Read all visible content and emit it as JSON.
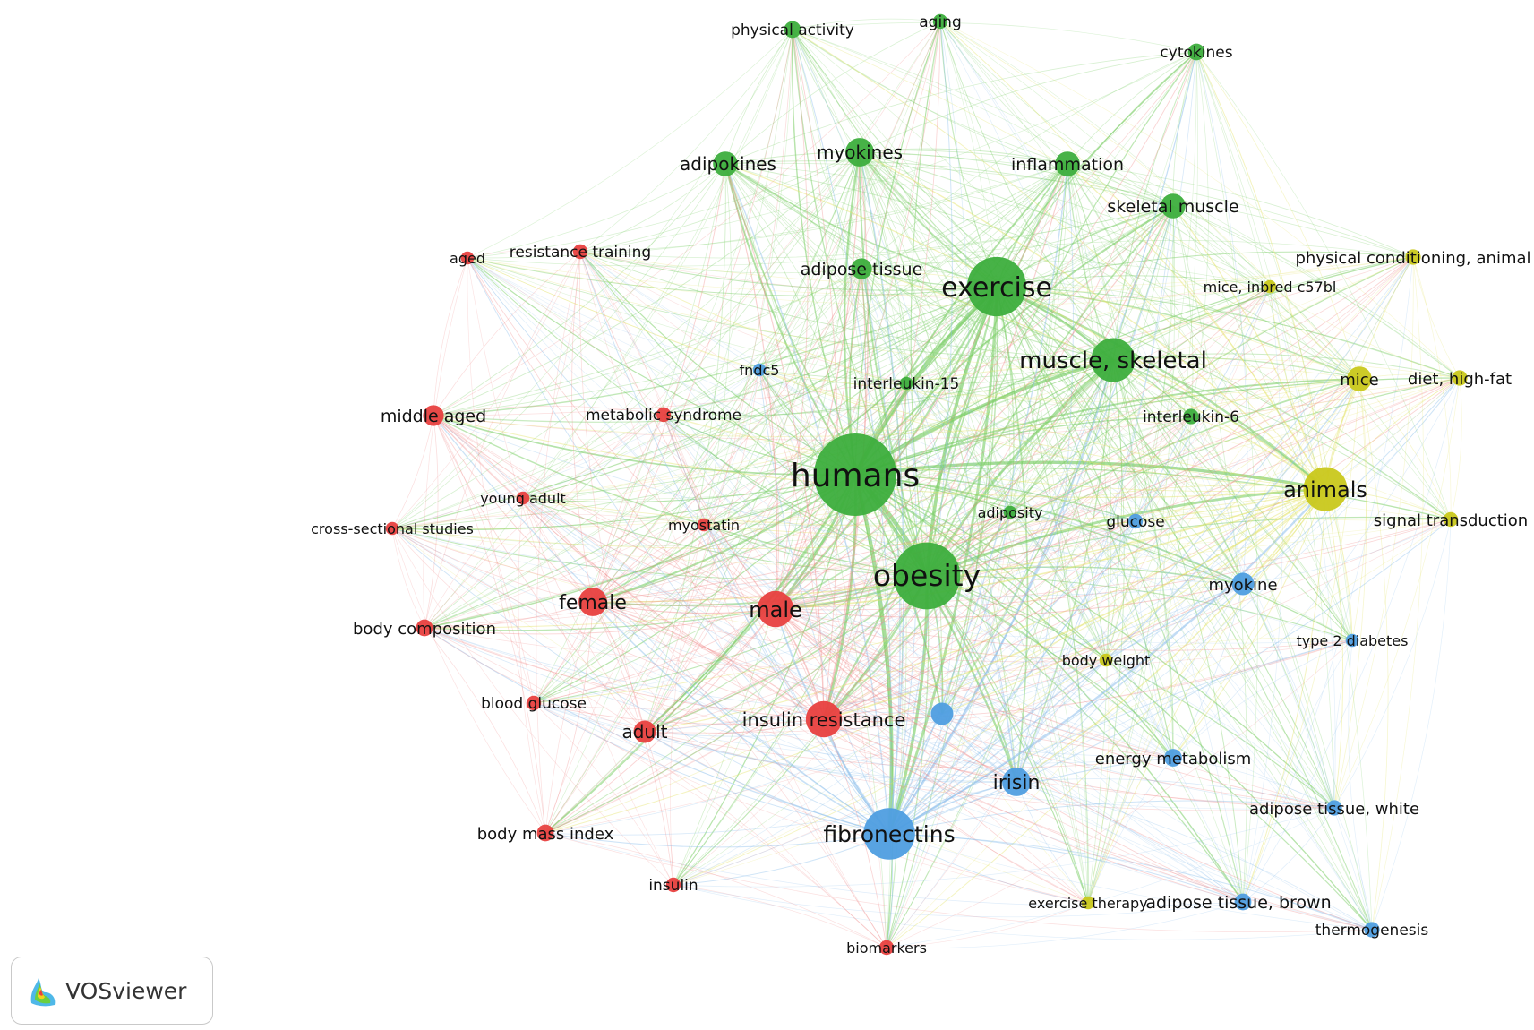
{
  "brand": {
    "name": "VOSviewer",
    "icon": "vosviewer-logo-icon"
  },
  "clusters": {
    "red": "#e8403f",
    "green": "#3dae3d",
    "blue": "#4f9ee0",
    "yellow": "#c9c81c"
  },
  "link_colors": {
    "red": "#f08a8a",
    "green": "#7ecf6a",
    "blue": "#8fc0ec",
    "yellow": "#e3e262"
  },
  "nodes": [
    {
      "id": "humans",
      "label": "humans",
      "cluster": "green",
      "weight": 10
    },
    {
      "id": "obesity",
      "label": "obesity",
      "cluster": "green",
      "weight": 8
    },
    {
      "id": "exercise",
      "label": "exercise",
      "cluster": "green",
      "weight": 7
    },
    {
      "id": "muscle-skeletal",
      "label": "muscle, skeletal",
      "cluster": "green",
      "weight": 5
    },
    {
      "id": "myokines",
      "label": "myokines",
      "cluster": "green",
      "weight": 3
    },
    {
      "id": "adipokines",
      "label": "adipokines",
      "cluster": "green",
      "weight": 2.5
    },
    {
      "id": "inflammation",
      "label": "inflammation",
      "cluster": "green",
      "weight": 2.5
    },
    {
      "id": "skeletal-muscle",
      "label": "skeletal muscle",
      "cluster": "green",
      "weight": 2.5
    },
    {
      "id": "adipose-tissue",
      "label": "adipose tissue",
      "cluster": "green",
      "weight": 2
    },
    {
      "id": "physical-activity",
      "label": "physical activity",
      "cluster": "green",
      "weight": 1.5
    },
    {
      "id": "aging",
      "label": "aging",
      "cluster": "green",
      "weight": 1.2
    },
    {
      "id": "cytokines",
      "label": "cytokines",
      "cluster": "green",
      "weight": 1.5
    },
    {
      "id": "interleukin-15",
      "label": "interleukin-15",
      "cluster": "green",
      "weight": 1
    },
    {
      "id": "interleukin-6",
      "label": "interleukin-6",
      "cluster": "green",
      "weight": 1.3
    },
    {
      "id": "adiposity",
      "label": "adiposity",
      "cluster": "green",
      "weight": 1
    },
    {
      "id": "body-weight",
      "label": "body weight",
      "cluster": "yellow",
      "weight": 1
    },
    {
      "id": "exercise-therapy",
      "label": "exercise therapy",
      "cluster": "yellow",
      "weight": 1
    },
    {
      "id": "animals",
      "label": "animals",
      "cluster": "yellow",
      "weight": 5
    },
    {
      "id": "mice",
      "label": "mice",
      "cluster": "yellow",
      "weight": 2.5
    },
    {
      "id": "diet-high-fat",
      "label": "diet, high-fat",
      "cluster": "yellow",
      "weight": 1.3
    },
    {
      "id": "physical-conditioning-animal",
      "label": "physical conditioning, animal",
      "cluster": "yellow",
      "weight": 1.3
    },
    {
      "id": "mice-inbred-c57bl",
      "label": "mice, inbred c57bl",
      "cluster": "yellow",
      "weight": 1
    },
    {
      "id": "signal-transduction",
      "label": "signal transduction",
      "cluster": "yellow",
      "weight": 1.2
    },
    {
      "id": "fibronectins",
      "label": "fibronectins",
      "cluster": "blue",
      "weight": 6
    },
    {
      "id": "irisin",
      "label": "irisin",
      "cluster": "blue",
      "weight": 3
    },
    {
      "id": "myokine",
      "label": "myokine",
      "cluster": "blue",
      "weight": 2.2
    },
    {
      "id": "energy-metabolism",
      "label": "energy metabolism",
      "cluster": "blue",
      "weight": 1.6
    },
    {
      "id": "adipose-tissue-white",
      "label": "adipose tissue, white",
      "cluster": "blue",
      "weight": 1.3
    },
    {
      "id": "adipose-tissue-brown",
      "label": "adipose tissue, brown",
      "cluster": "blue",
      "weight": 1.5
    },
    {
      "id": "thermogenesis",
      "label": "thermogenesis",
      "cluster": "blue",
      "weight": 1.3
    },
    {
      "id": "type-2-diabetes",
      "label": "type 2 diabetes",
      "cluster": "blue",
      "weight": 1
    },
    {
      "id": "glucose",
      "label": "glucose",
      "cluster": "blue",
      "weight": 1.2
    },
    {
      "id": "fndc5",
      "label": "fndc5",
      "cluster": "blue",
      "weight": 1
    },
    {
      "id": "blue-unlabeled",
      "label": "",
      "cluster": "blue",
      "weight": 2.2
    },
    {
      "id": "male",
      "label": "male",
      "cluster": "red",
      "weight": 4
    },
    {
      "id": "female",
      "label": "female",
      "cluster": "red",
      "weight": 3
    },
    {
      "id": "insulin-resistance",
      "label": "insulin resistance",
      "cluster": "red",
      "weight": 4
    },
    {
      "id": "adult",
      "label": "adult",
      "cluster": "red",
      "weight": 2.2
    },
    {
      "id": "middle-aged",
      "label": "middle aged",
      "cluster": "red",
      "weight": 2
    },
    {
      "id": "body-composition",
      "label": "body composition",
      "cluster": "red",
      "weight": 1.5
    },
    {
      "id": "blood-glucose",
      "label": "blood glucose",
      "cluster": "red",
      "weight": 1.2
    },
    {
      "id": "body-mass-index",
      "label": "body mass index",
      "cluster": "red",
      "weight": 1.5
    },
    {
      "id": "insulin",
      "label": "insulin",
      "cluster": "red",
      "weight": 1.2
    },
    {
      "id": "biomarkers",
      "label": "biomarkers",
      "cluster": "red",
      "weight": 1.2
    },
    {
      "id": "aged",
      "label": "aged",
      "cluster": "red",
      "weight": 1
    },
    {
      "id": "resistance-training",
      "label": "resistance training",
      "cluster": "red",
      "weight": 1.2
    },
    {
      "id": "metabolic-syndrome",
      "label": "metabolic syndrome",
      "cluster": "red",
      "weight": 1.2
    },
    {
      "id": "young-adult",
      "label": "young adult",
      "cluster": "red",
      "weight": 1
    },
    {
      "id": "cross-sectional-studies",
      "label": "cross-sectional studies",
      "cluster": "red",
      "weight": 1
    },
    {
      "id": "myostatin",
      "label": "myostatin",
      "cluster": "red",
      "weight": 1
    }
  ]
}
